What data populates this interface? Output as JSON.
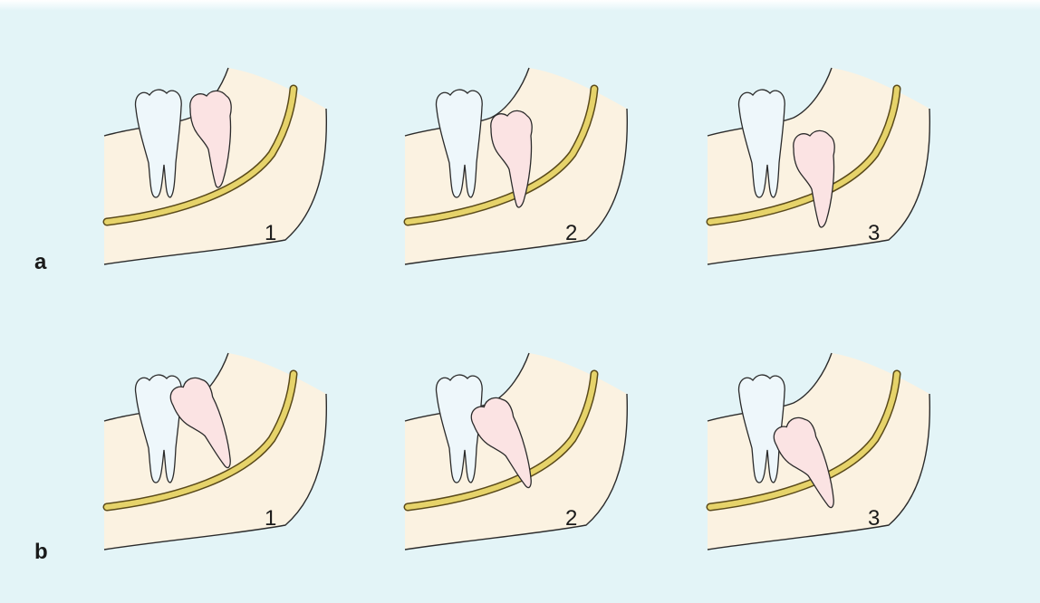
{
  "figure": {
    "background_color": "#e3f4f7",
    "bone_color": "#fbf2e1",
    "nerve_color": "#e6d36a",
    "molar_color": "#eef7fb",
    "third_molar_color": "#fbe3e3",
    "rows": [
      {
        "label": "a",
        "panels": [
          {
            "number": "1",
            "tooth_tilt_deg": 0,
            "tooth_depth": 0
          },
          {
            "number": "2",
            "tooth_tilt_deg": 0,
            "tooth_depth": 1
          },
          {
            "number": "3",
            "tooth_tilt_deg": 0,
            "tooth_depth": 2
          }
        ]
      },
      {
        "label": "b",
        "panels": [
          {
            "number": "1",
            "tooth_tilt_deg": -22,
            "tooth_depth": 0
          },
          {
            "number": "2",
            "tooth_tilt_deg": -22,
            "tooth_depth": 1
          },
          {
            "number": "3",
            "tooth_tilt_deg": -22,
            "tooth_depth": 2
          }
        ]
      }
    ]
  }
}
